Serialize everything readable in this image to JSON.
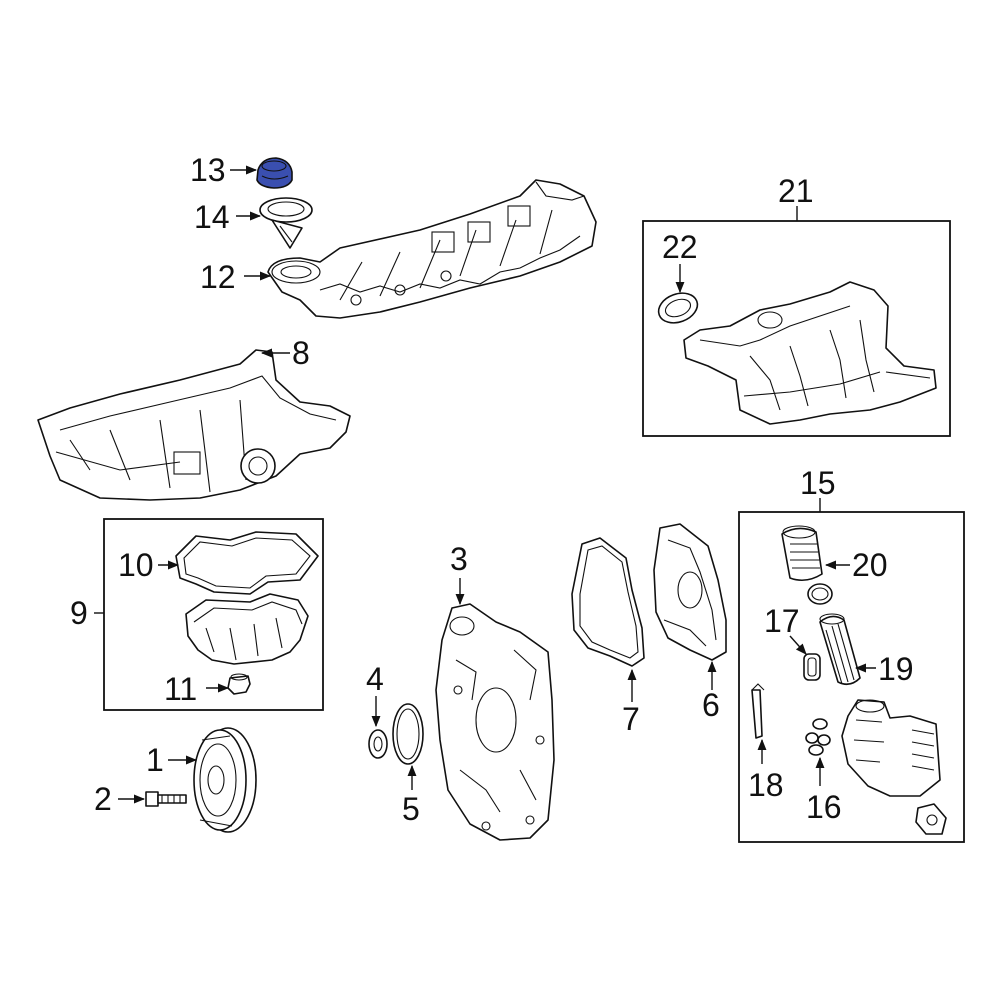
{
  "colors": {
    "line": "#111111",
    "highlight": "#3a4fb0",
    "background": "#ffffff"
  },
  "callouts": {
    "c1": "1",
    "c2": "2",
    "c3": "3",
    "c4": "4",
    "c5": "5",
    "c6": "6",
    "c7": "7",
    "c8": "8",
    "c9": "9",
    "c10": "10",
    "c11": "11",
    "c12": "12",
    "c13": "13",
    "c14": "14",
    "c15": "15",
    "c16": "16",
    "c17": "17",
    "c18": "18",
    "c19": "19",
    "c20": "20",
    "c21": "21",
    "c22": "22"
  },
  "highlighted_part": "13"
}
